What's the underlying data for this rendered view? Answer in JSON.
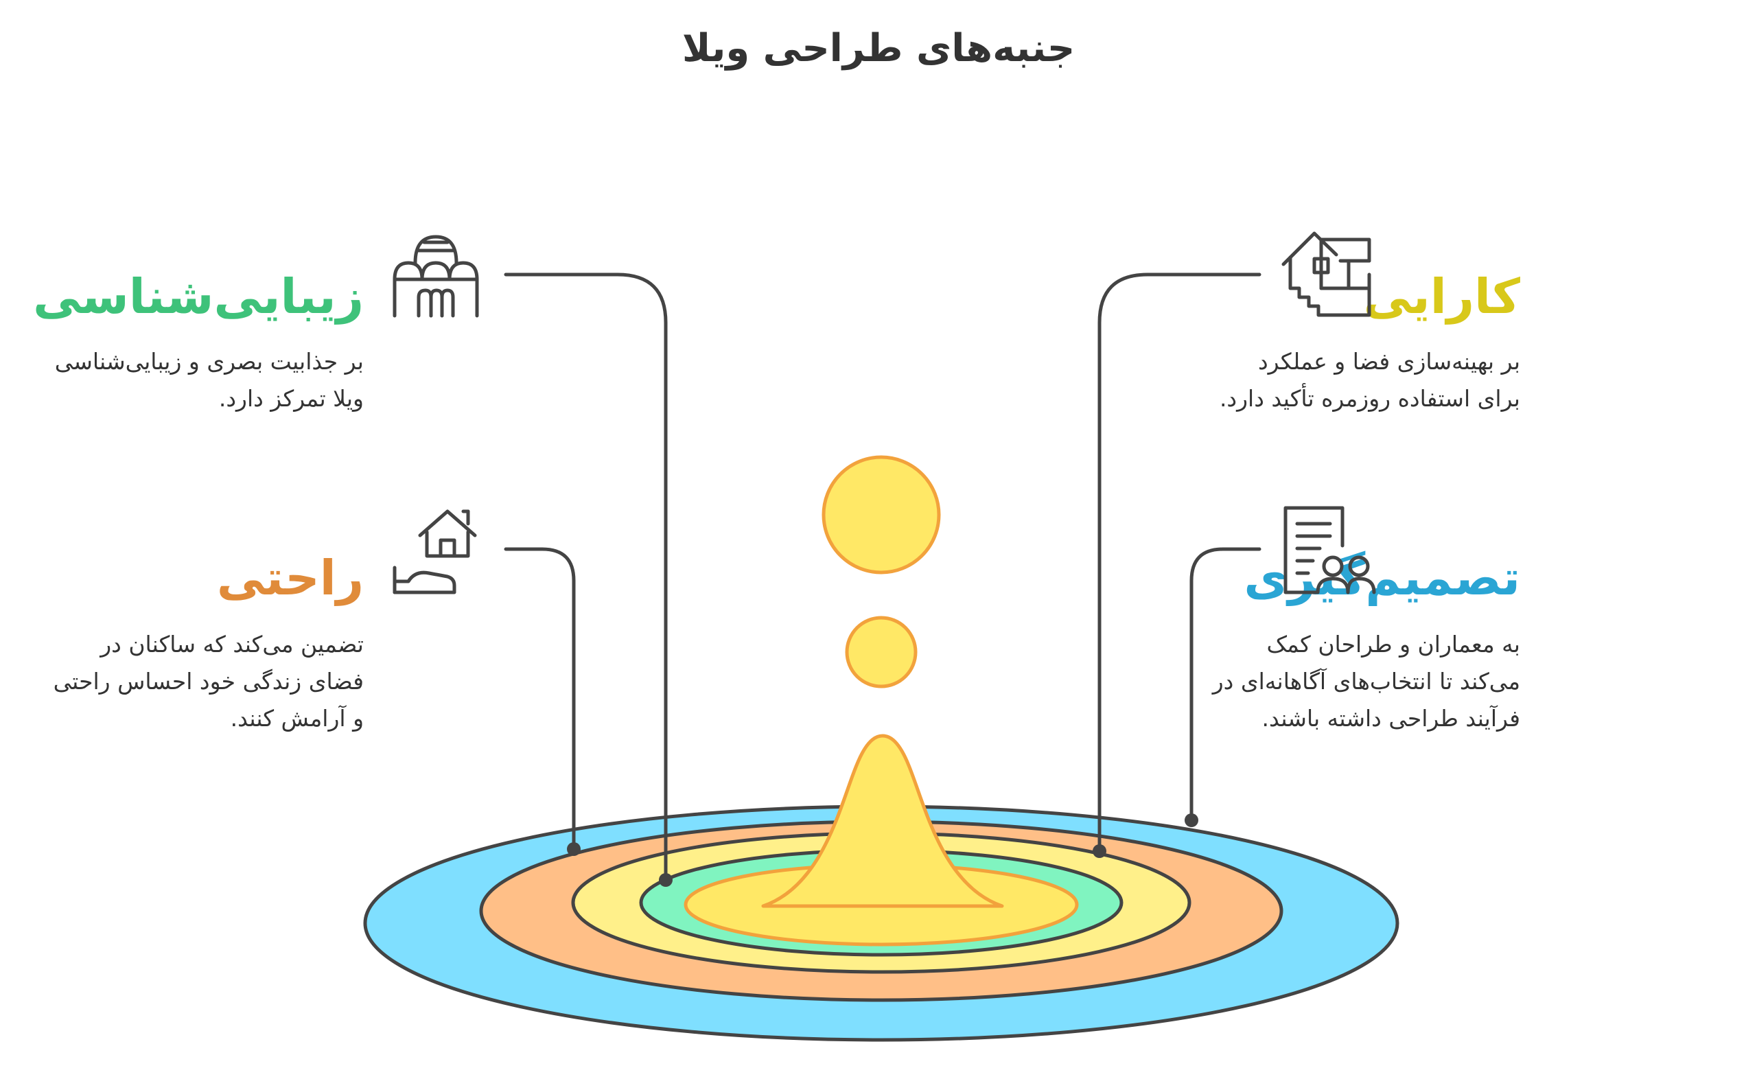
{
  "title": "جنبه‌های طراحی ویلا",
  "colors": {
    "outline": "#444444",
    "ring_blue": "#7fdfff",
    "ring_orange": "#ffbf87",
    "ring_yellow": "#fff08a",
    "ring_green": "#80f4c0",
    "center_yellow": "#ffe866",
    "drop_fill": "#ffe866",
    "drop_stroke": "#f2a23c"
  },
  "aspects": [
    {
      "id": "aesthetics",
      "heading": "زیبایی‌شناسی",
      "heading_color": "#3ec27a",
      "description": "بر جذابیت بصری و زیبایی‌شناسی\nویلا تمرکز دارد.",
      "icon": "palace-dome-icon"
    },
    {
      "id": "comfort",
      "heading": "راحتی",
      "heading_color": "#e08b3a",
      "description": "تضمین می‌کند که ساکنان در\nفضای زندگی خود احساس راحتی\nو آرامش کنند.",
      "icon": "home-bed-icon"
    },
    {
      "id": "functionality",
      "heading": "کارایی",
      "heading_color": "#d8c81a",
      "description": "بر بهینه‌سازی فضا و عملکرد\nبرای استفاده روزمره تأکید دارد.",
      "icon": "house-stairs-icon"
    },
    {
      "id": "decision",
      "heading": "تصمیم‌گیری",
      "heading_color": "#2aa5d4",
      "description": "به معماران و طراحان کمک\nمی‌کند تا انتخاب‌های آگاهانه‌ای در\nفرآیند طراحی داشته باشند.",
      "icon": "document-people-icon"
    }
  ]
}
